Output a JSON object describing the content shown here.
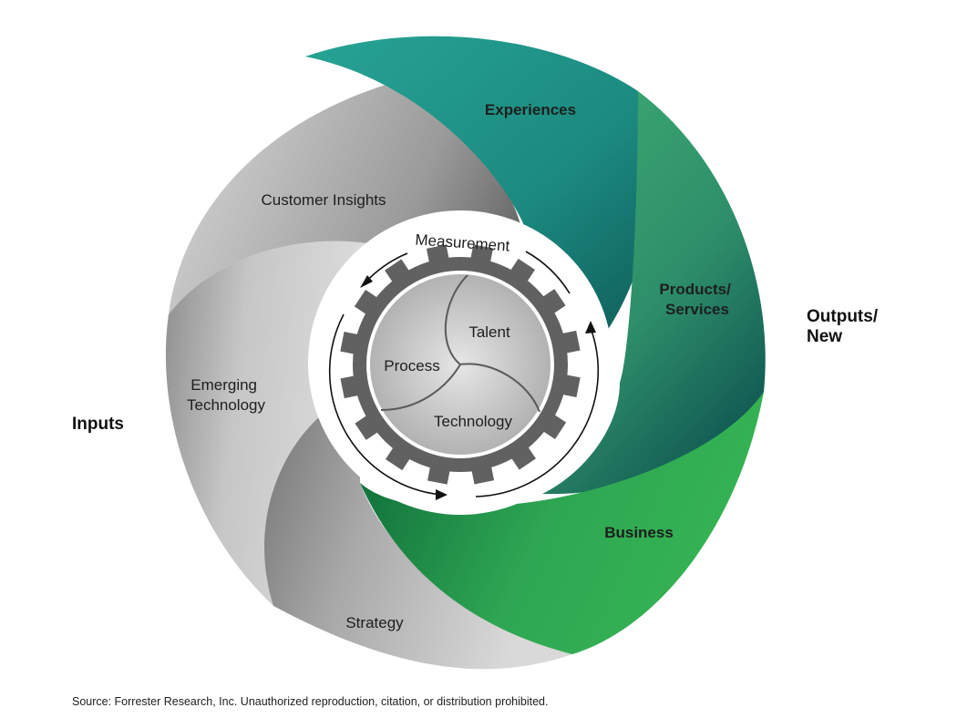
{
  "diagram": {
    "inputs_label": "Inputs",
    "outputs_label": [
      "Outputs/",
      "New"
    ],
    "input_segments": {
      "customer_insights": "Customer Insights",
      "emerging_technology": [
        "Emerging",
        "Technology"
      ],
      "strategy": "Strategy"
    },
    "output_segments": {
      "experiences": "Experiences",
      "products_services": [
        "Products/",
        "Services"
      ],
      "business": "Business"
    },
    "core": {
      "measurement": "Measurement",
      "talent": "Talent",
      "process": "Process",
      "technology": "Technology"
    },
    "colors": {
      "input_gray_light": "#d2d2d2",
      "input_gray_dark": "#6f6f6f",
      "experiences_teal": "#1f9a8f",
      "products_green": "#37a76f",
      "business_green": "#30b050",
      "gear": "#616161"
    }
  },
  "footer": {
    "source": "Source: Forrester Research, Inc. Unauthorized reproduction, citation, or distribution prohibited."
  }
}
